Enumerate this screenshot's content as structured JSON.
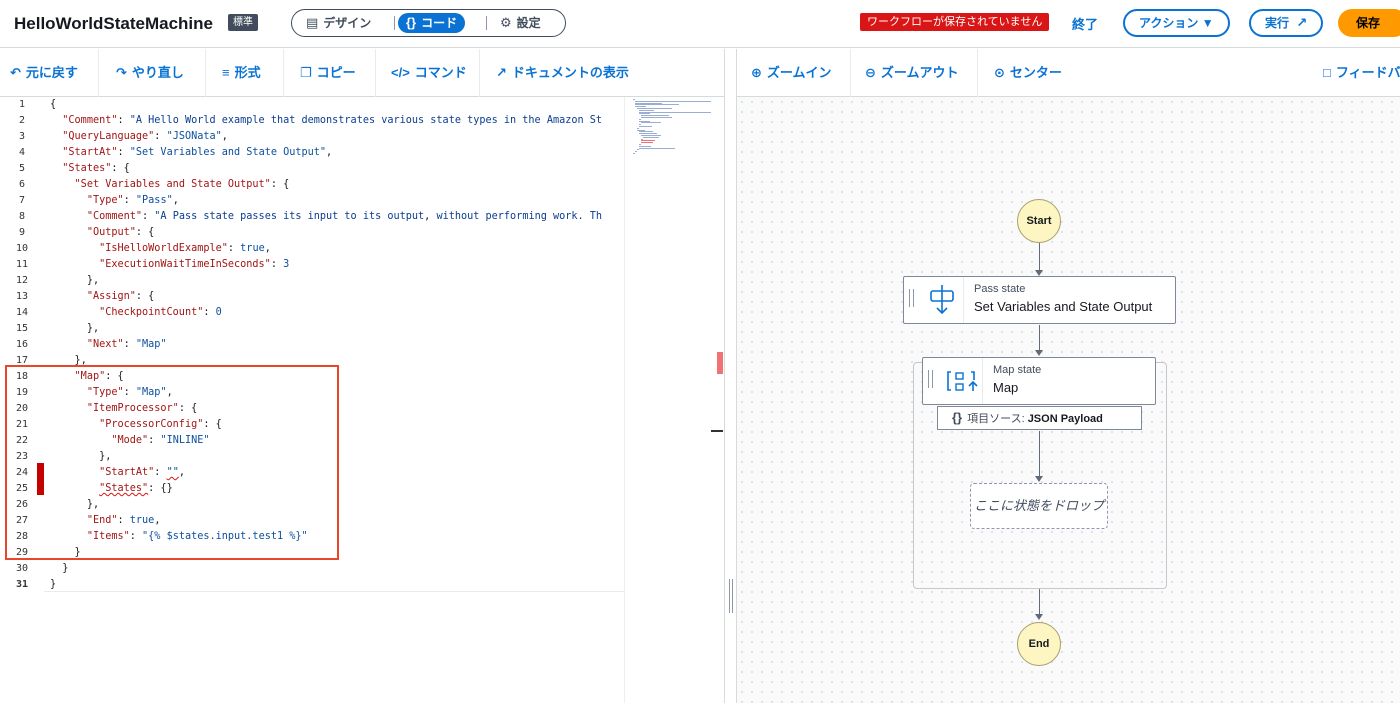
{
  "header": {
    "title": "HelloWorldStateMachine",
    "badge": "標準",
    "modes": [
      {
        "label": "デザイン",
        "icon": "design-icon"
      },
      {
        "label": "コード",
        "icon": "code-braces-icon"
      },
      {
        "label": "設定",
        "icon": "gear-icon"
      }
    ],
    "unsaved_banner": "ワークフローが保存されていません",
    "exit_label": "終了",
    "actions_label": "アクション ▼",
    "run_label": "実行",
    "save_label": "保存"
  },
  "editor_toolbar": {
    "undo": "元に戻す",
    "redo": "やり直し",
    "format": "形式",
    "copy": "コピー",
    "command": "コマンド",
    "docs": "ドキュメントの表示"
  },
  "canvas_toolbar": {
    "zoom_in": "ズームイン",
    "zoom_out": "ズームアウト",
    "center": "センター",
    "feedback": "フィードバ"
  },
  "code": {
    "line_count": 31,
    "lines": [
      "{",
      "  \"Comment\": \"A Hello World example that demonstrates various state types in the Amazon St",
      "  \"QueryLanguage\": \"JSONata\",",
      "  \"StartAt\": \"Set Variables and State Output\",",
      "  \"States\": {",
      "    \"Set Variables and State Output\": {",
      "      \"Type\": \"Pass\",",
      "      \"Comment\": \"A Pass state passes its input to its output, without performing work. Th",
      "      \"Output\": {",
      "        \"IsHelloWorldExample\": true,",
      "        \"ExecutionWaitTimeInSeconds\": 3",
      "      },",
      "      \"Assign\": {",
      "        \"CheckpointCount\": 0",
      "      },",
      "      \"Next\": \"Map\"",
      "    },",
      "    \"Map\": {",
      "      \"Type\": \"Map\",",
      "      \"ItemProcessor\": {",
      "        \"ProcessorConfig\": {",
      "          \"Mode\": \"INLINE\"",
      "        },",
      "        \"StartAt\": \"\",",
      "        \"States\": {}",
      "      },",
      "      \"End\": true,",
      "      \"Items\": \"{% $states.input.test1 %}\"",
      "    }",
      "  }",
      "}"
    ]
  },
  "graph": {
    "start_label": "Start",
    "end_label": "End",
    "pass_state": {
      "type": "Pass state",
      "name": "Set Variables and State Output"
    },
    "map_state": {
      "type": "Map state",
      "name": "Map"
    },
    "items_source_prefix": "項目ソース: ",
    "items_source_value": "JSON Payload",
    "drop_zone": "ここに状態をドロップ"
  },
  "colors": {
    "accent": "#0972d3",
    "save": "#ff9900",
    "error": "#d91515",
    "highlight_box": "#e8472b",
    "terminal_node": "#fdf6c3"
  }
}
